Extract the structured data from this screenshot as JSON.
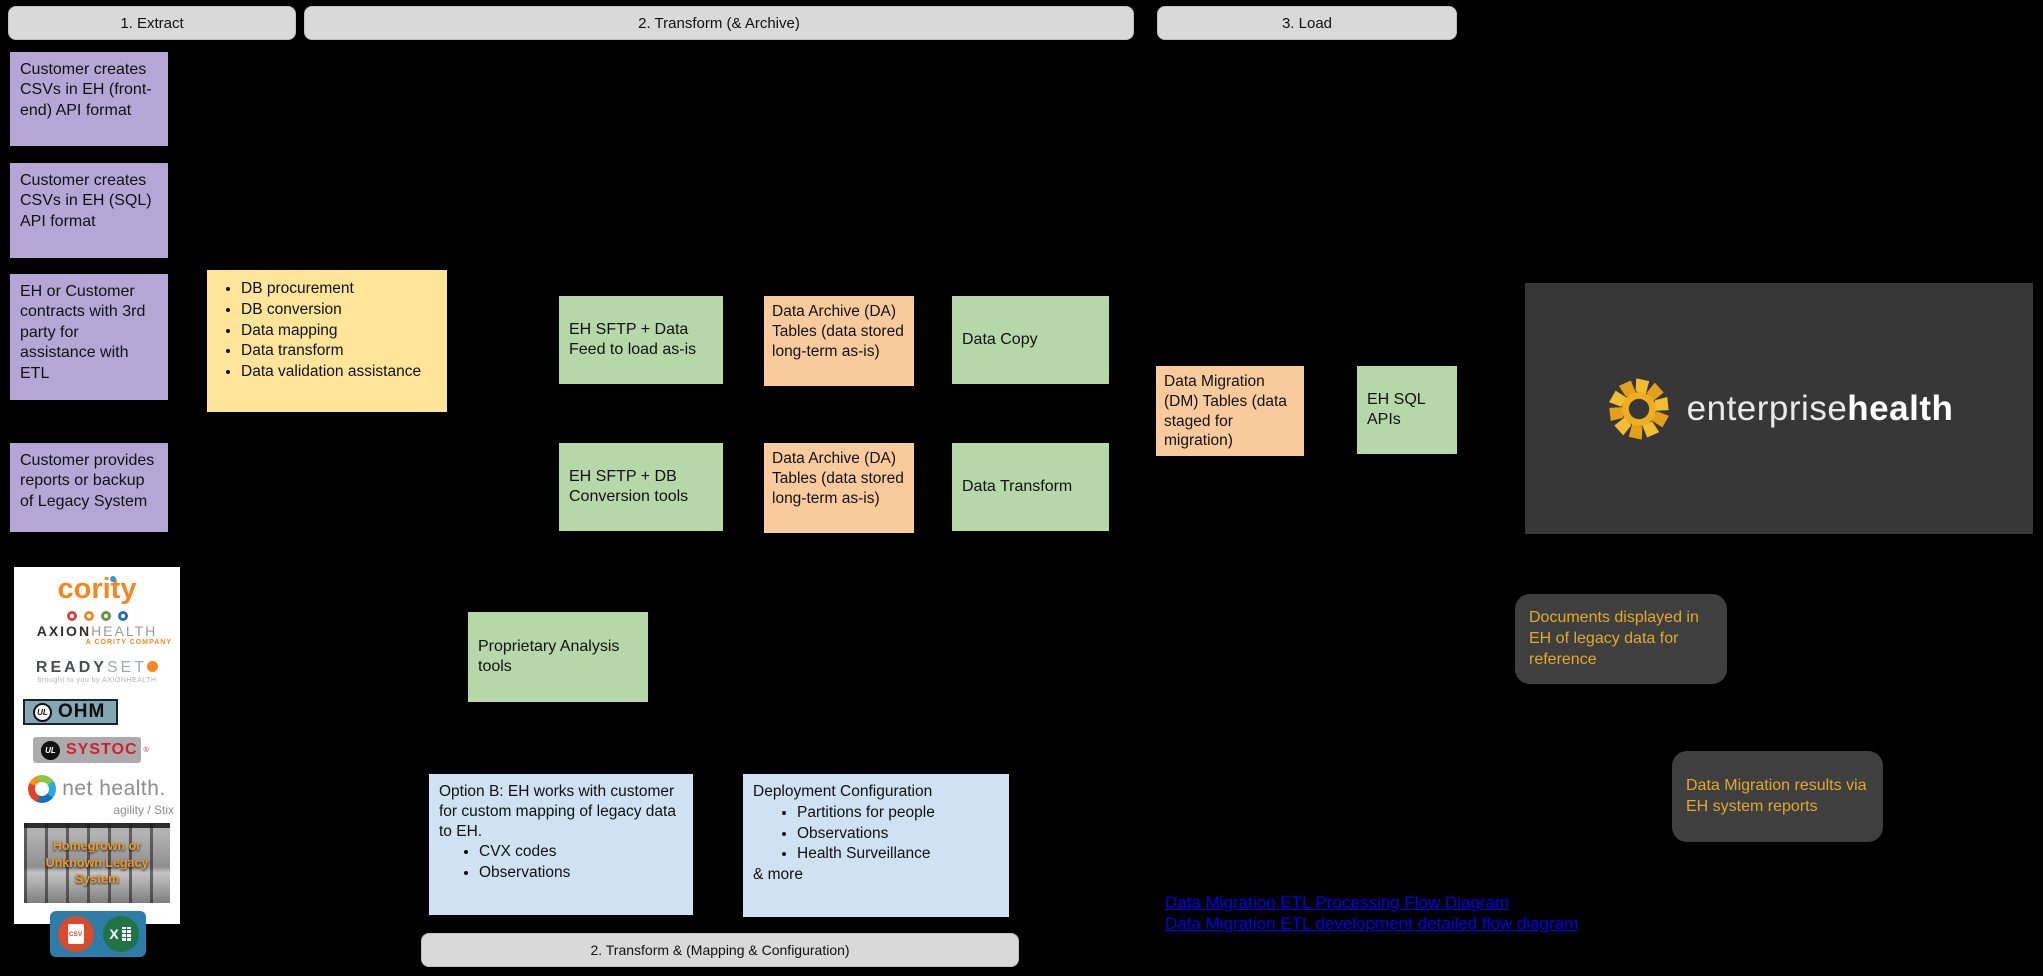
{
  "colors": {
    "canvas-bg": "#000000",
    "step-pill-bg": "#d9d9d9",
    "purple-box": "#b4a7d6",
    "yellow-box": "#ffe599",
    "green-box": "#b6d7a8",
    "orange-box": "#f9cb9c",
    "blue-box": "#cfe2f3",
    "dark-panel": "#373737",
    "note-bg": "#3f3f3f",
    "note-text": "#e2a92b",
    "link-color": "#0000ee",
    "cority-orange": "#f6871f",
    "systoc-red": "#cf2030",
    "excel-green": "#217346",
    "csv-orange": "#d84b2d",
    "tile-blue": "#2e7ca8",
    "eh-logo-yellow": "#efaf22"
  },
  "steps": {
    "extract": "1. Extract",
    "transform_archive": "2. Transform (& Archive)",
    "load": "3. Load",
    "transform_mapping": "2. Transform & (Mapping & Configuration)"
  },
  "extract_sources": [
    "Customer creates CSVs in EH (front-end) API format",
    "Customer creates CSVs in EH (SQL) API format",
    "EH or Customer contracts with 3rd party for assistance with ETL",
    "Customer provides reports or backup of Legacy System"
  ],
  "third_party_services": [
    "DB procurement",
    "DB conversion",
    "Data mapping",
    "Data transform",
    "Data validation assistance"
  ],
  "transform_boxes": {
    "sftp_data_feed": "EH SFTP + Data Feed to load as-is",
    "sftp_db_conversion": "EH SFTP + DB Conversion tools",
    "data_archive_top": "Data Archive (DA) Tables (data stored long-term as-is)",
    "data_archive_bottom": "Data Archive (DA) Tables (data stored long-term as-is)",
    "data_copy": "Data Copy",
    "data_transform": "Data Transform",
    "proprietary_tools": "Proprietary Analysis tools"
  },
  "load_boxes": {
    "dm_tables": "Data Migration (DM) Tables (data staged for migration)",
    "eh_sql_apis": "EH SQL APIs"
  },
  "mapping_config": {
    "option_b_intro": "Option B: EH works with customer for custom mapping of legacy data to EH.",
    "option_b_items": [
      "CVX codes",
      "Observations"
    ],
    "deployment_title": "Deployment Configuration",
    "deployment_items": [
      "Partitions for people",
      "Observations",
      "Health Surveillance"
    ],
    "deployment_more": "& more"
  },
  "notes": {
    "documents": "Documents displayed in EH of legacy data for reference",
    "results": "Data Migration results via EH system reports"
  },
  "links": [
    "Data Migration ETL Processing Flow Diagram",
    "Data Migration ETL development detailed flow diagram"
  ],
  "brand": {
    "part1": "enterprise",
    "part2": "health"
  },
  "legacy_panel": {
    "cority": "cority",
    "axion_part1": "AXION",
    "axion_part2": "HEALTH",
    "axion_tagline": "A CORITY COMPANY",
    "readyset_part1": "READY",
    "readyset_part2": "SET",
    "readyset_tagline": "brought to you by AXIONHEALTH",
    "ul_mark": "UL",
    "ohm": "OHM",
    "systoc": "SYSTOC",
    "systoc_reg": "®",
    "nethealth": "net health.",
    "nethealth_sub": "agility / Stix",
    "homegrown": "Homegrown or Unknown Legacy System",
    "csv_label": "CSV",
    "excel_label": "X"
  }
}
